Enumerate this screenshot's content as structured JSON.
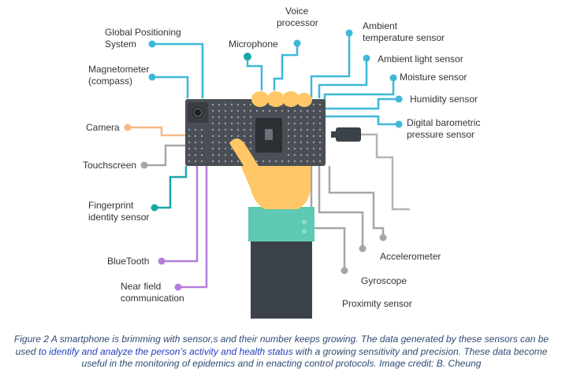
{
  "labels": {
    "gps": [
      "Global Positioning",
      "System"
    ],
    "magnetometer": [
      "Magnetometer",
      "(compass)"
    ],
    "camera": "Camera",
    "touchscreen": "Touchscreen",
    "fingerprint": [
      "Fingerprint",
      "identity sensor"
    ],
    "bluetooth": "BlueTooth",
    "nfc": [
      "Near field",
      "communication"
    ],
    "microphone": "Microphone",
    "voice": [
      "Voice",
      "processor"
    ],
    "ambient_temp": [
      "Ambient",
      "temperature sensor"
    ],
    "ambient_light": "Ambient light sensor",
    "moisture": "Moisture sensor",
    "humidity": "Humidity sensor",
    "barometric": [
      "Digital barometric",
      "pressure sensor"
    ],
    "accelerometer": "Accelerometer",
    "gyroscope": "Gyroscope",
    "proximity": "Proximity sensor"
  },
  "caption": {
    "part1": "Figure 2 A smartphone is brimming with sensor,s and their number keeps growing. The data generated by these sensors can be used ",
    "highlight": "to identify and analyze the person’s activity and health status",
    "part2": " with a growing sensitivity and precision. These data become useful in the monitoring of epidemics and in enacting control protocols. Image credit: B. Cheung"
  },
  "colors": {
    "blue": "#3fb8d8",
    "orange": "#f7b985",
    "gray": "#a6a6a6",
    "teal": "#1aa7a7",
    "purple": "#b57edc",
    "phone": "#4a4f55",
    "hand": "#ffc766",
    "sleeve": "#5ec9b5",
    "jacket": "#3c4249"
  }
}
